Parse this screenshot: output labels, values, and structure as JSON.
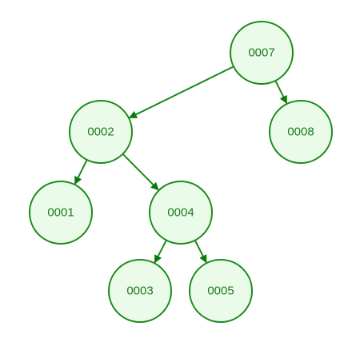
{
  "colors": {
    "stroke": "#1a8a1a",
    "fill": "#eafbea",
    "text": "#1a7a1a",
    "arrow": "#0a7a0a"
  },
  "nodes": {
    "n7": "0007",
    "n2": "0002",
    "n8": "0008",
    "n1": "0001",
    "n4": "0004",
    "n3": "0003",
    "n5": "0005"
  },
  "edges": [
    {
      "from": "n7",
      "to": "n2"
    },
    {
      "from": "n7",
      "to": "n8"
    },
    {
      "from": "n2",
      "to": "n1"
    },
    {
      "from": "n2",
      "to": "n4"
    },
    {
      "from": "n4",
      "to": "n3"
    },
    {
      "from": "n4",
      "to": "n5"
    }
  ]
}
